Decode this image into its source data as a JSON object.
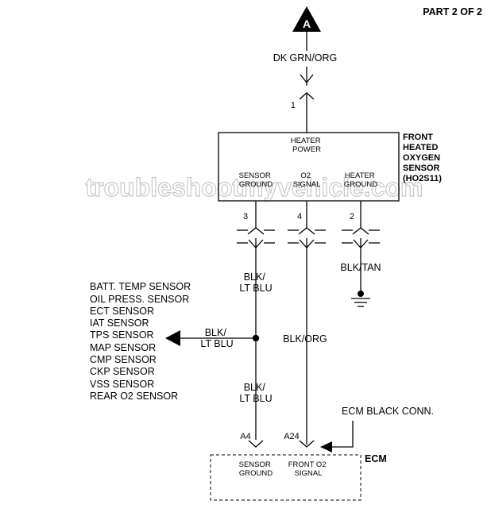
{
  "page_label": "PART 2 OF 2",
  "connector_letter": "A",
  "watermark": "troubleshootmyvehicle.com",
  "wires": {
    "top": "DK GRN/ORG",
    "ground_wire": "BLK/TAN",
    "sensor_ground_upper": [
      "BLK/",
      "LT BLU"
    ],
    "sensor_ground_branch": [
      "BLK/",
      "LT BLU"
    ],
    "sensor_ground_lower": [
      "BLK/",
      "LT BLU"
    ],
    "signal": "BLK/ORG"
  },
  "pins": {
    "heater_power": "1",
    "sensor_ground": "3",
    "o2_signal": "4",
    "heater_ground": "2",
    "ecm_ground": "A4",
    "ecm_signal": "A24"
  },
  "o2_sensor": {
    "title": [
      "FRONT",
      "HEATED",
      "OXYGEN",
      "SENSOR",
      "(HO2S11)"
    ],
    "heater_power": [
      "HEATER",
      "POWER"
    ],
    "sensor_ground": [
      "SENSOR",
      "GROUND"
    ],
    "o2_signal": [
      "O2",
      "SIGNAL"
    ],
    "heater_ground": [
      "HEATER",
      "GROUND"
    ]
  },
  "shared_sensors": [
    "BATT. TEMP SENSOR",
    "OIL PRESS. SENSOR",
    "ECT SENSOR",
    "IAT SENSOR",
    "TPS SENSOR",
    "MAP SENSOR",
    "CMP SENSOR",
    "CKP SENSOR",
    "VSS SENSOR",
    "REAR O2 SENSOR"
  ],
  "ecm": {
    "title": "ECM",
    "connector": "ECM BLACK CONN.",
    "sensor_ground": [
      "SENSOR",
      "GROUND"
    ],
    "o2_signal": [
      "FRONT O2",
      "SIGNAL"
    ]
  }
}
